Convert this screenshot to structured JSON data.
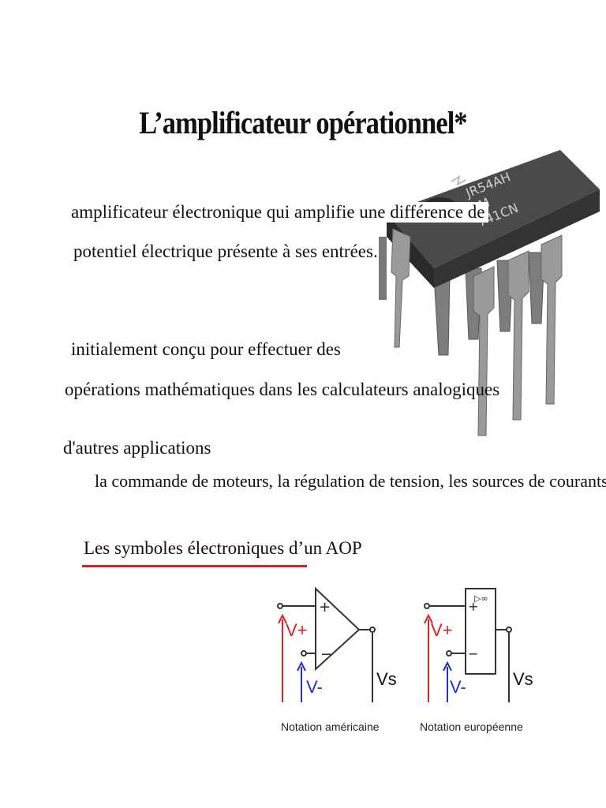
{
  "title": "L’amplificateur opérationnel*",
  "definition": {
    "line1": "amplificateur électronique qui amplifie une différence de",
    "line2": "potentiel électrique présente à ses entrées."
  },
  "usage": {
    "line1": "initialement conçu pour effectuer des",
    "line2": "opérations mathématiques dans les calculateurs analogiques"
  },
  "applications": {
    "heading": "d'autres applications",
    "detail": "la commande de moteurs, la régulation de tension, les sources de courants"
  },
  "chip": {
    "marking_line1": "JR54AH",
    "marking_line2": "LM",
    "marking_line3": "741CN"
  },
  "symbols": {
    "heading": "Les symboles électroniques d’un AOP",
    "american": {
      "caption": "Notation américaine",
      "plus": "+",
      "minus": "−",
      "v_plus": "V+",
      "v_minus": "V-",
      "v_out": "Vs"
    },
    "european": {
      "caption": "Notation européenne",
      "plus": "+",
      "minus": "−",
      "infinity": "▷∞",
      "v_plus": "V+",
      "v_minus": "V-",
      "v_out": "Vs"
    }
  },
  "colors": {
    "v_plus": "#e02020",
    "v_minus": "#2030d0",
    "underline": "#e02020",
    "chip_body": "#3a3a3a",
    "chip_pins": "#8a8a8a"
  }
}
